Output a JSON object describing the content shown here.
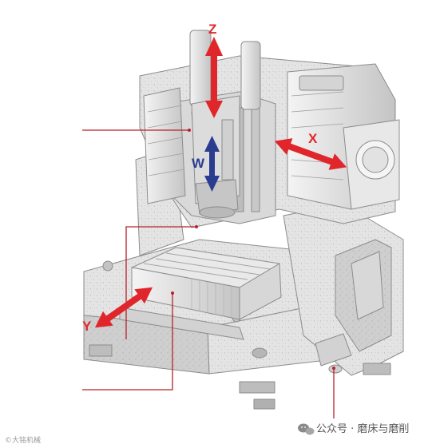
{
  "axes": {
    "z": {
      "label": "Z",
      "color": "#e0262b"
    },
    "x": {
      "label": "X",
      "color": "#e0262b"
    },
    "y": {
      "label": "Y",
      "color": "#e0262b"
    },
    "w": {
      "label": "W",
      "color": "#2a3c8f"
    }
  },
  "colors": {
    "callout_line": "#b8202a",
    "machine_body": "#e6e6e6",
    "machine_shadow": "#c9c9c9",
    "machine_outline": "#8c8c8c"
  },
  "watermark": {
    "main_text": "公众号 · 磨床与磨削",
    "corner_text": "©大铭机械"
  }
}
